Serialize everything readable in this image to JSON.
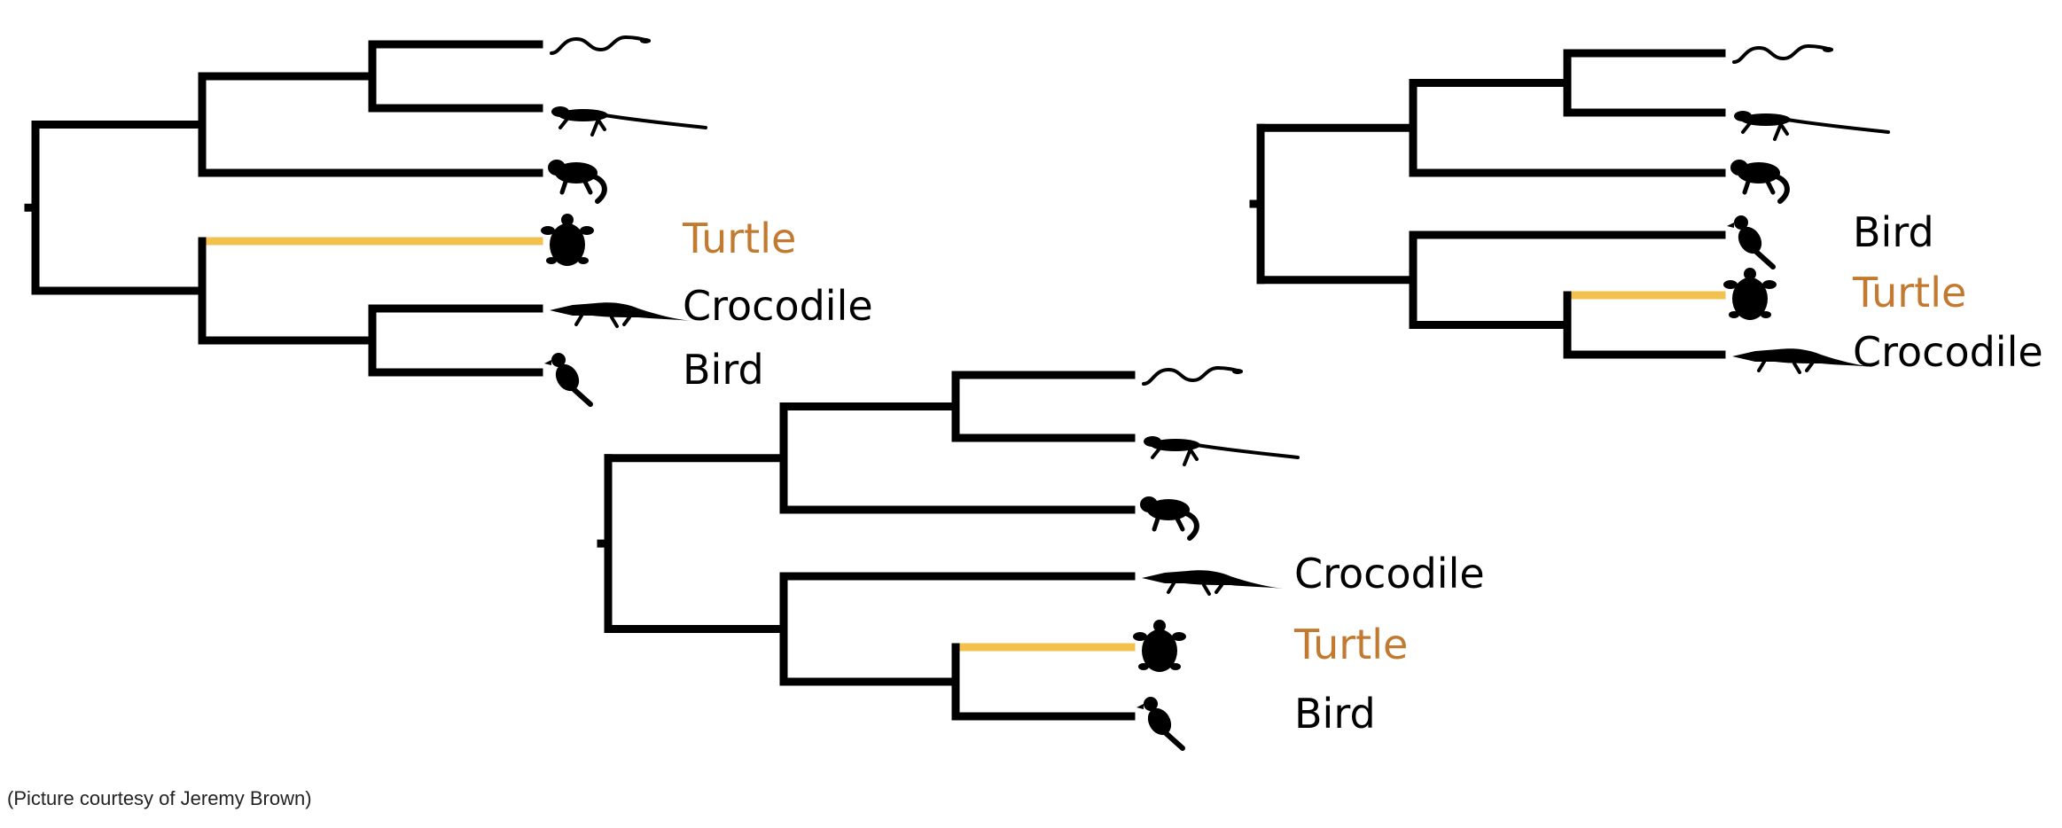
{
  "colors": {
    "branch": "#000000",
    "highlight_branch": "#f2c14e",
    "highlight_label": "#c27a30",
    "label": "#000000",
    "caption": "#222222"
  },
  "trees": [
    {
      "id": "tree-top-left",
      "taxa": [
        {
          "icon": "snake-icon",
          "label": ""
        },
        {
          "icon": "lizard-icon",
          "label": ""
        },
        {
          "icon": "iguana-icon",
          "label": ""
        },
        {
          "icon": "turtle-icon",
          "label": "Turtle",
          "highlight": true
        },
        {
          "icon": "crocodile-icon",
          "label": "Crocodile"
        },
        {
          "icon": "bird-icon",
          "label": "Bird"
        }
      ]
    },
    {
      "id": "tree-top-right",
      "taxa": [
        {
          "icon": "snake-icon",
          "label": ""
        },
        {
          "icon": "lizard-icon",
          "label": ""
        },
        {
          "icon": "iguana-icon",
          "label": ""
        },
        {
          "icon": "bird-icon",
          "label": "Bird"
        },
        {
          "icon": "turtle-icon",
          "label": "Turtle",
          "highlight": true
        },
        {
          "icon": "crocodile-icon",
          "label": "Crocodile"
        }
      ]
    },
    {
      "id": "tree-bottom-center",
      "taxa": [
        {
          "icon": "snake-icon",
          "label": ""
        },
        {
          "icon": "lizard-icon",
          "label": ""
        },
        {
          "icon": "iguana-icon",
          "label": ""
        },
        {
          "icon": "crocodile-icon",
          "label": "Crocodile"
        },
        {
          "icon": "turtle-icon",
          "label": "Turtle",
          "highlight": true
        },
        {
          "icon": "bird-icon",
          "label": "Bird"
        }
      ]
    }
  ],
  "caption": "(Picture courtesy of Jeremy Brown)"
}
